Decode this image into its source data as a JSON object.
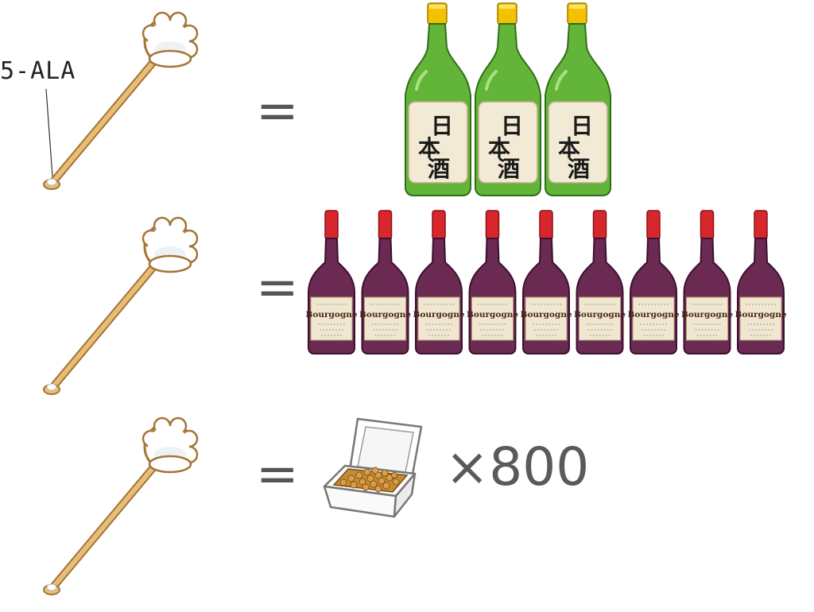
{
  "labels": {
    "ingredient": "5-ALA",
    "equals": "=",
    "multiplier": "×800"
  },
  "sake": {
    "count": 3,
    "kanji": [
      "日",
      "本",
      "酒"
    ]
  },
  "wine": {
    "count": 9,
    "label": "Bourgogne"
  },
  "colors": {
    "sake_glass": "#63b53a",
    "sake_cap": "#f2c200",
    "sake_label": "#f2ead4",
    "wine_glass": "#6a2a52",
    "wine_cap": "#d8262d",
    "wine_label": "#f1e6cf",
    "spoon": "#e7be78",
    "natto": "#c58b35"
  }
}
